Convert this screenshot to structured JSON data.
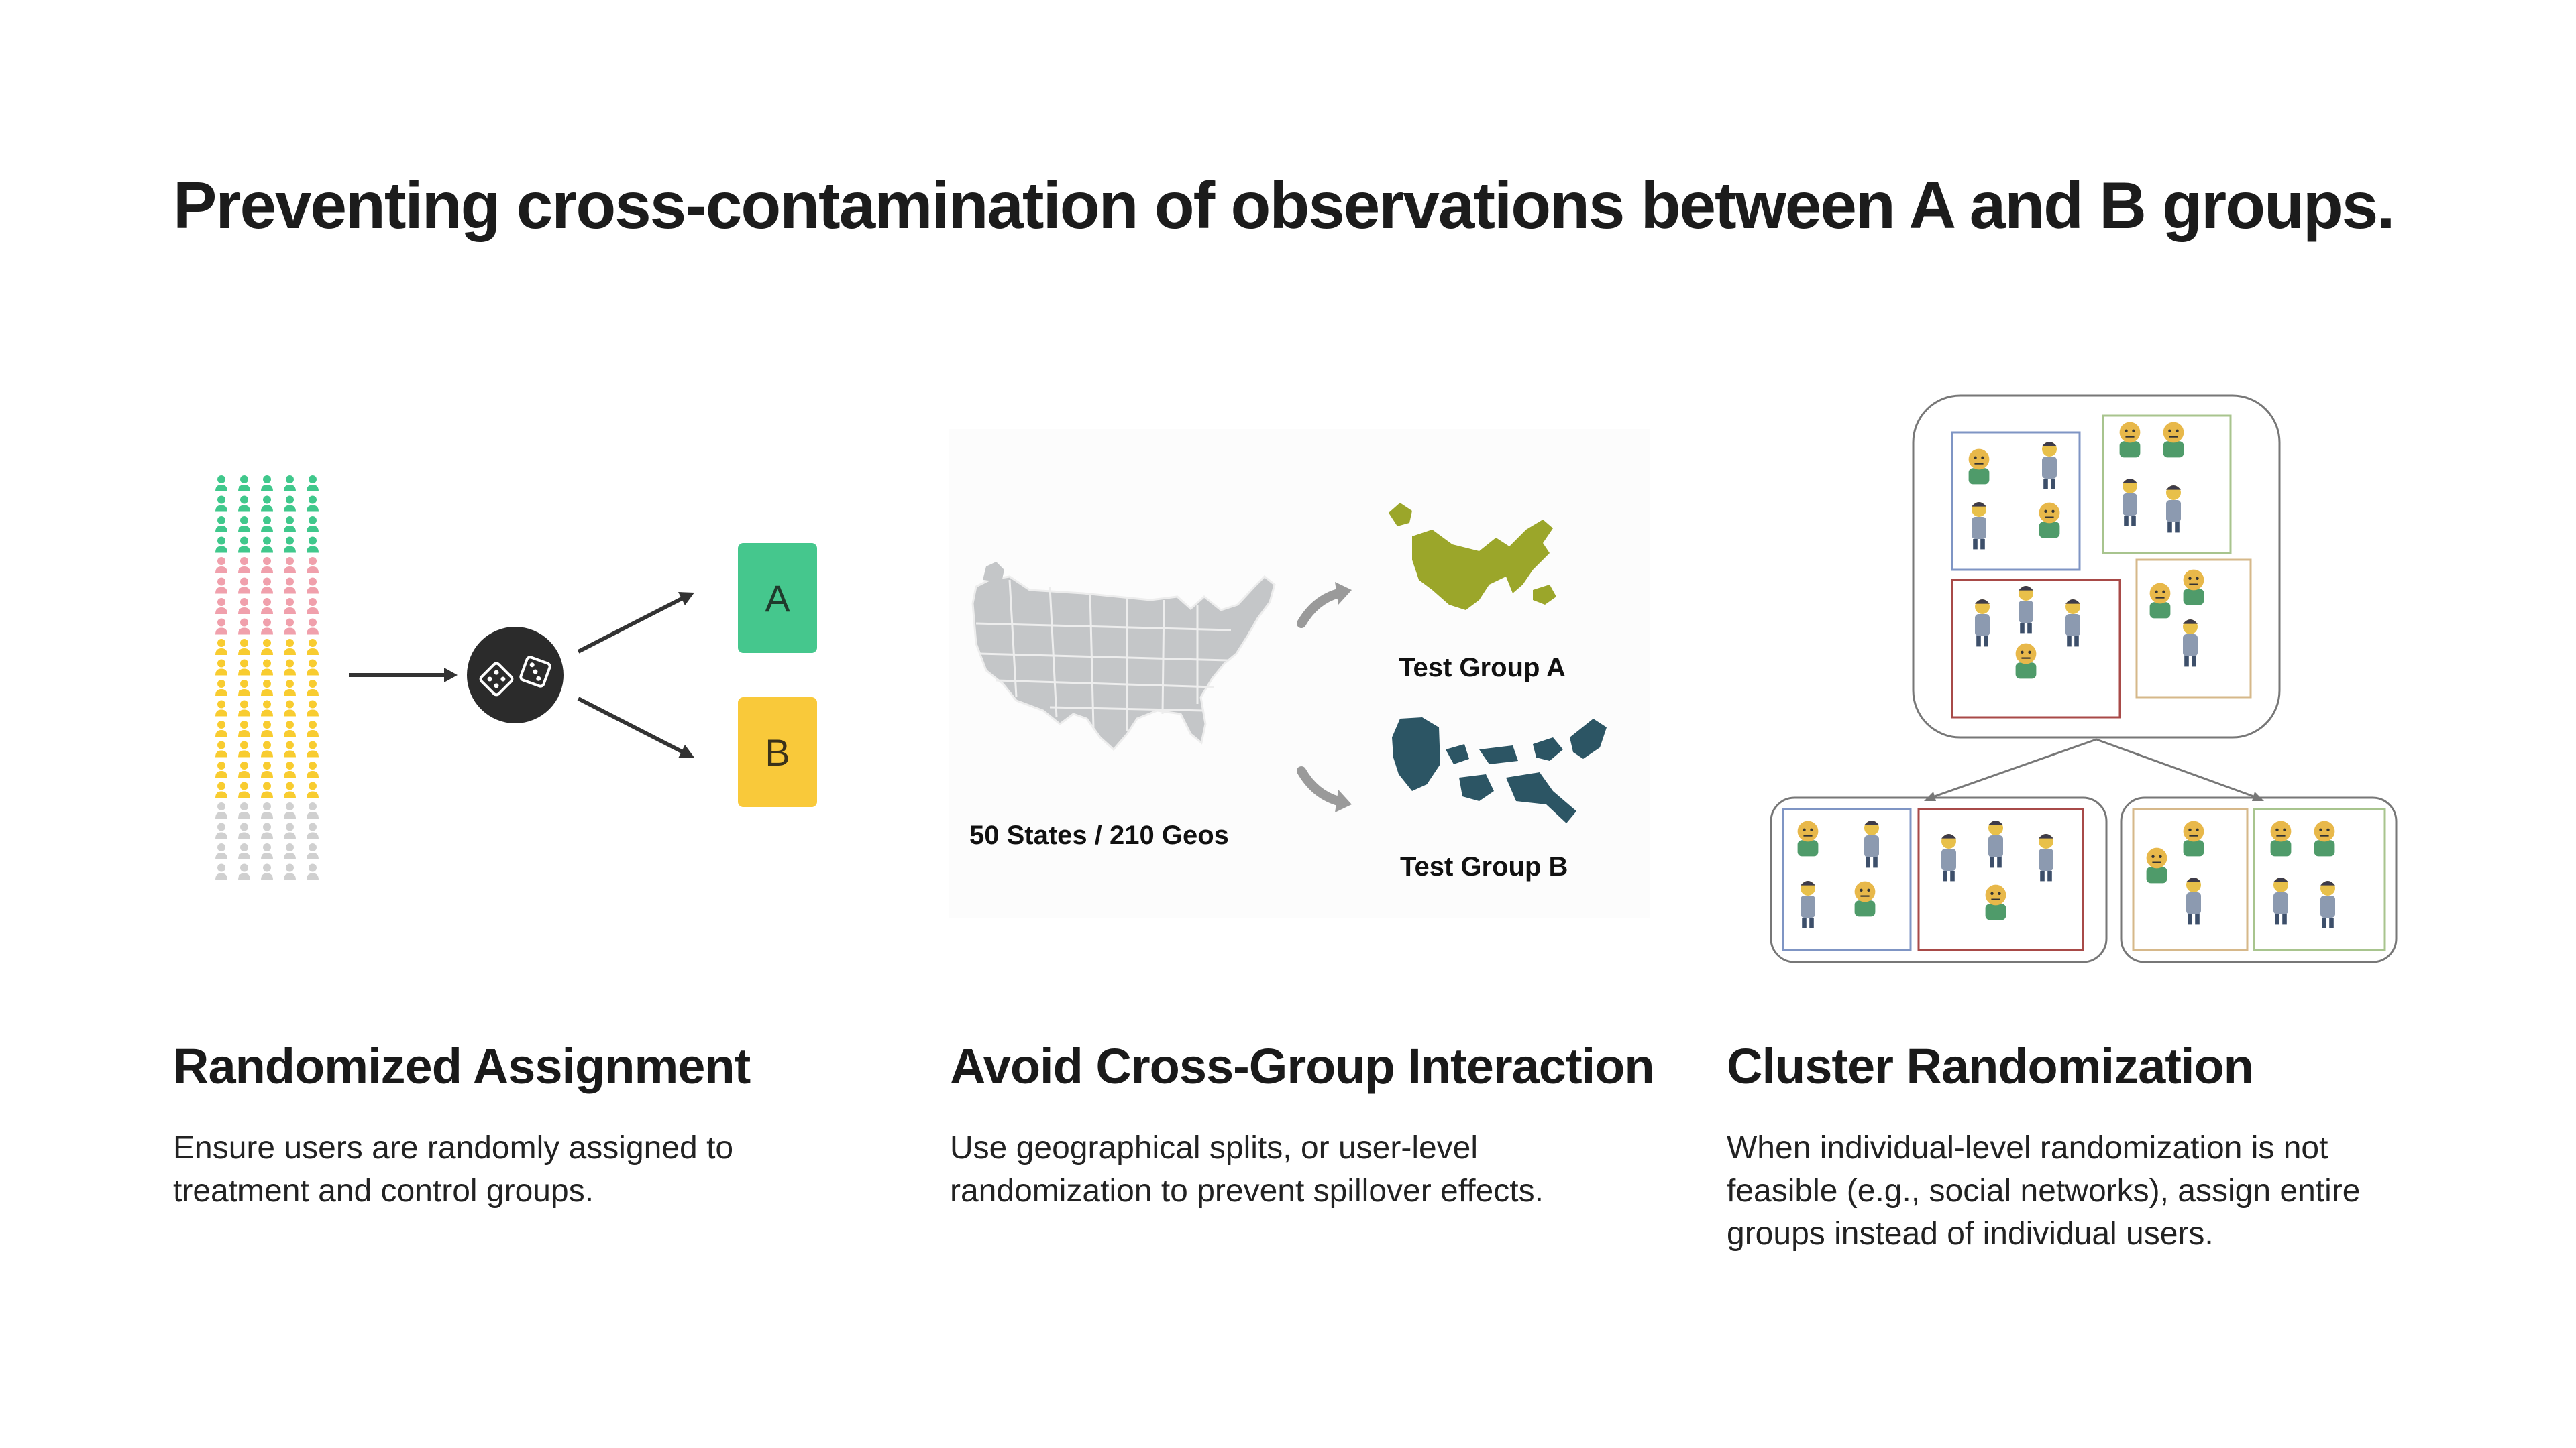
{
  "title": "Preventing cross-contamination of observations between A and B groups.",
  "colors": {
    "green": "#40c88c",
    "pink": "#f0a0ac",
    "yellow": "#f8cc30",
    "gray": "#d0d0d0",
    "group_a": "#45c78d",
    "group_b": "#f9c93a",
    "dice_circle": "#2b2b2b",
    "map_gray": "#c4c6c8",
    "map_green": "#9ba62a",
    "map_teal": "#2c5564"
  },
  "illustrations": {
    "randomized": {
      "group_a_label": "A",
      "group_b_label": "B"
    },
    "geo": {
      "source_label": "50 States / 210 Geos",
      "test_a_label": "Test Group A",
      "test_b_label": "Test Group B"
    }
  },
  "sections": [
    {
      "heading": "Randomized Assignment",
      "text": "Ensure users are randomly assigned to treatment and control groups."
    },
    {
      "heading": "Avoid Cross-Group Interaction",
      "text": "Use geographical splits, or user-level randomization to prevent spillover effects."
    },
    {
      "heading": "Cluster Randomization",
      "text": "When individual-level randomization is not feasible (e.g., social networks), assign entire groups instead of individual users."
    }
  ]
}
